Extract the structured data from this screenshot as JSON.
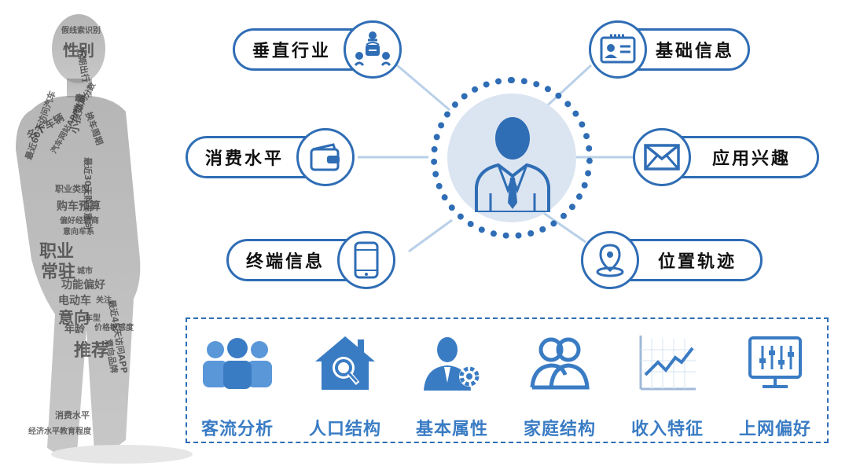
{
  "silhouette_words": [
    {
      "text": "假线索识别",
      "size": 10
    },
    {
      "text": "性别",
      "size": 20
    },
    {
      "text": "职业类型",
      "size": 11
    },
    {
      "text": "购车预算",
      "size": 14
    },
    {
      "text": "偏好经销商",
      "size": 10
    },
    {
      "text": "意向车系",
      "size": 10
    },
    {
      "text": "职业",
      "size": 22
    },
    {
      "text": "常驻",
      "size": 22
    },
    {
      "text": "城市",
      "size": 10
    },
    {
      "text": "功能偏好",
      "size": 14
    },
    {
      "text": "电动车",
      "size": 14
    },
    {
      "text": "关注",
      "size": 10
    },
    {
      "text": "意向",
      "size": 20
    },
    {
      "text": "车型",
      "size": 10
    },
    {
      "text": "年龄",
      "size": 13
    },
    {
      "text": "价格敏感度",
      "size": 10
    },
    {
      "text": "推荐",
      "size": 22
    },
    {
      "text": "消费水平",
      "size": 11
    },
    {
      "text": "经济水平教育程度",
      "size": 10
    },
    {
      "text": "最近60天访问汽车",
      "size": 11
    },
    {
      "text": "最近30天购车意向",
      "size": 11
    },
    {
      "text": "汽车网站APP访问分数",
      "size": 10
    },
    {
      "text": "意向品牌",
      "size": 11
    },
    {
      "text": "最近45天访问APP",
      "size": 11
    },
    {
      "text": "小孩数量",
      "size": 13
    },
    {
      "text": "近期出行",
      "size": 11
    },
    {
      "text": "名下车辆",
      "size": 13
    },
    {
      "text": "换车周期",
      "size": 11
    }
  ],
  "profile_items": [
    {
      "id": "vertical-industry",
      "label": "垂直行业",
      "icon": "people-network-icon",
      "side": "left"
    },
    {
      "id": "consumption-level",
      "label": "消费水平",
      "icon": "wallet-icon",
      "side": "left"
    },
    {
      "id": "terminal-info",
      "label": "终端信息",
      "icon": "mobile-phone-icon",
      "side": "left"
    },
    {
      "id": "basic-info",
      "label": "基础信息",
      "icon": "id-card-icon",
      "side": "right"
    },
    {
      "id": "app-interest",
      "label": "应用兴趣",
      "icon": "envelope-icon",
      "side": "right"
    },
    {
      "id": "location-track",
      "label": "位置轨迹",
      "icon": "location-pin-icon",
      "side": "right"
    }
  ],
  "center_icon": "businessman-avatar-icon",
  "features": [
    {
      "label": "客流分析",
      "icon": "crowd-icon"
    },
    {
      "label": "人口结构",
      "icon": "house-magnifier-icon"
    },
    {
      "label": "基本属性",
      "icon": "person-gear-icon"
    },
    {
      "label": "家庭结构",
      "icon": "two-people-icon"
    },
    {
      "label": "收入特征",
      "icon": "trend-chart-icon"
    },
    {
      "label": "上网偏好",
      "icon": "monitor-sliders-icon"
    }
  ],
  "colors": {
    "primary": "#2f6db5",
    "feature_blue": "#3a7cc4",
    "light_blue": "#5a97d9",
    "center_fill": "#dbe5f1",
    "connector": "#b9d0e8"
  }
}
